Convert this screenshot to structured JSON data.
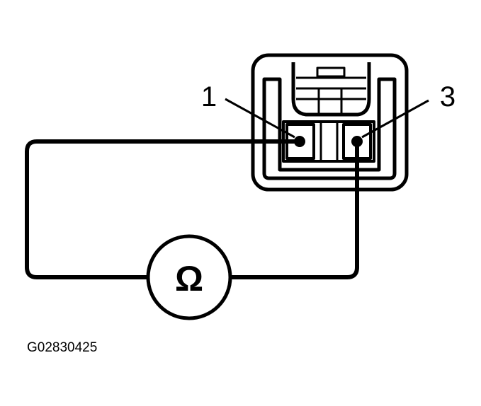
{
  "diagram": {
    "pin_left_label": "1",
    "pin_right_label": "3",
    "meter_symbol": "Ω",
    "figure_code": "G02830425"
  },
  "colors": {
    "line": "#000000",
    "background": "#ffffff"
  },
  "icons": {
    "meter": "ohmmeter-icon",
    "connector": "connector-icon"
  }
}
